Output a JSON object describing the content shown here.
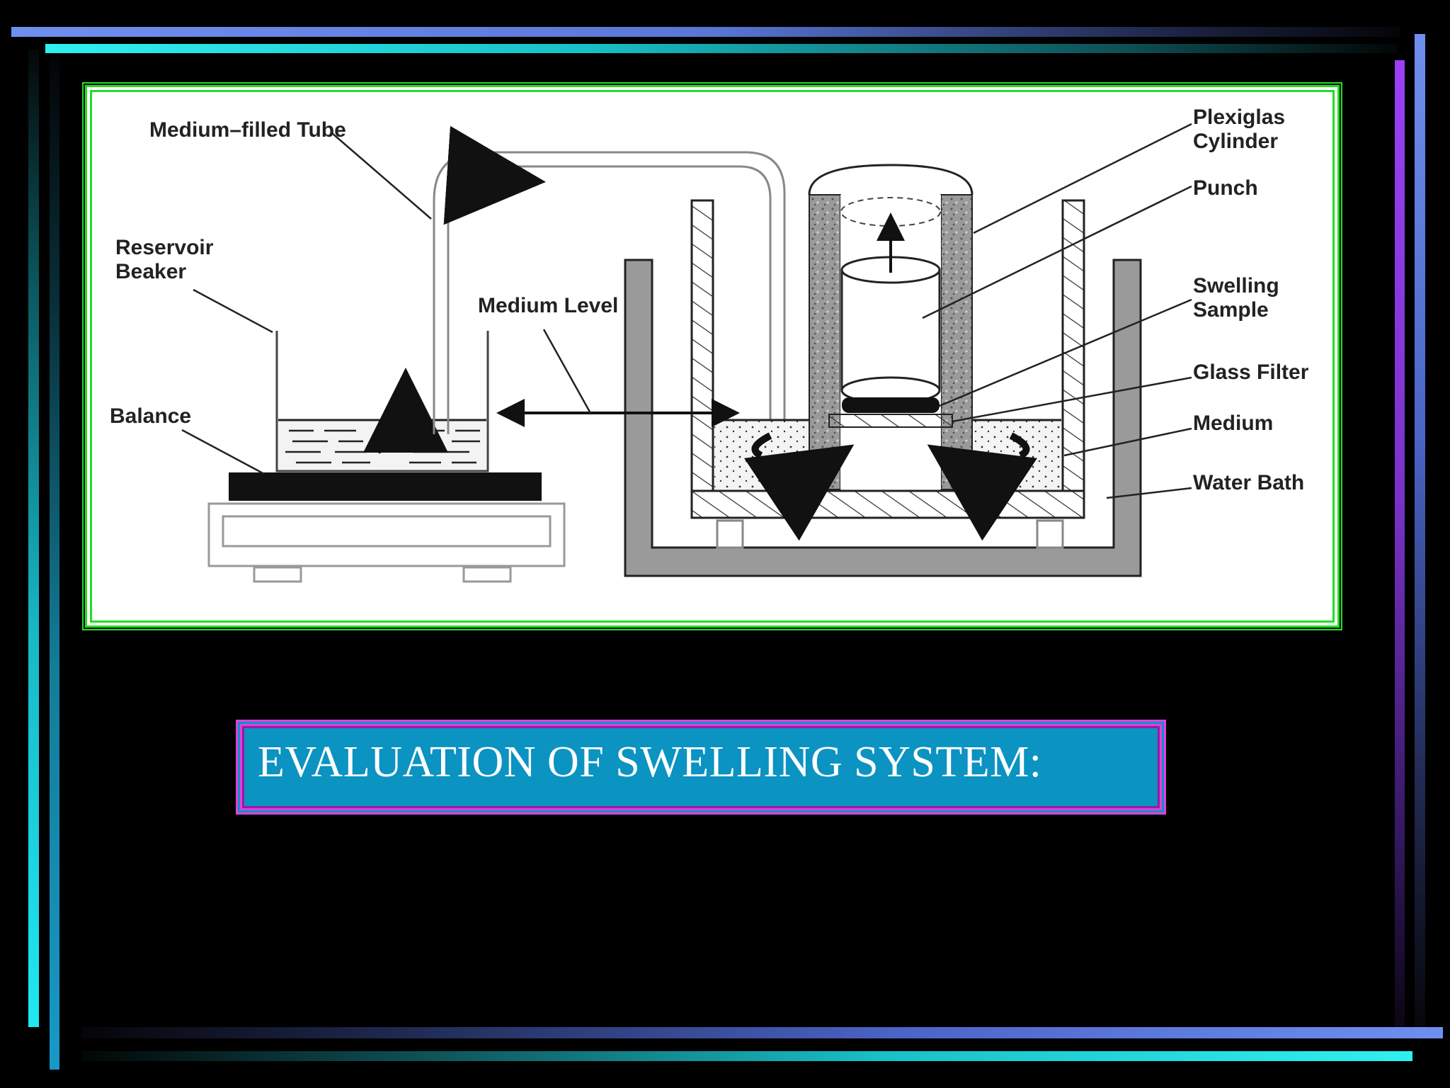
{
  "slide": {
    "title": "EVALUATION OF SWELLING SYSTEM:"
  },
  "diagram": {
    "labels": {
      "medium_filled_tube": "Medium–filled Tube",
      "reservoir_beaker_line1": "Reservoir",
      "reservoir_beaker_line2": "Beaker",
      "balance": "Balance",
      "medium_level": "Medium Level",
      "plexiglas_line1": "Plexiglas",
      "plexiglas_line2": "Cylinder",
      "punch": "Punch",
      "swelling_line1": "Swelling",
      "swelling_line2": "Sample",
      "glass_filter": "Glass Filter",
      "medium": "Medium",
      "water_bath": "Water Bath"
    }
  },
  "colors": {
    "frame_green": "#22dd22",
    "title_bg": "#0b93c2",
    "title_border": "#e040e0",
    "accent_cyan": "#2ff0f0",
    "accent_blue": "#6f8ff0",
    "accent_purple": "#9a40f5"
  }
}
